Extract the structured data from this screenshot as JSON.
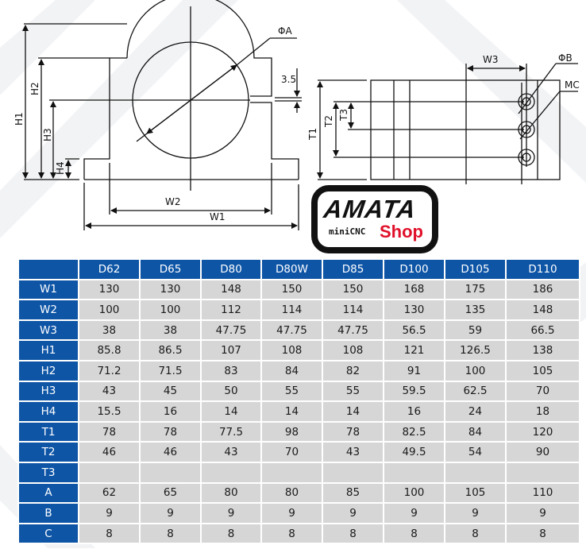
{
  "drawing": {
    "front_view_labels": {
      "phiA": "ΦA",
      "gap": "3.5",
      "H1": "H1",
      "H2": "H2",
      "H3": "H3",
      "H4": "H4",
      "W1": "W1",
      "W2": "W2"
    },
    "side_view_labels": {
      "W3": "W3",
      "phiB": "ΦB",
      "MC": "MC",
      "T1": "T1",
      "T2": "T2",
      "T3": "T3"
    }
  },
  "logo": {
    "brand": "AMATA",
    "sub": "miniCNC",
    "shop": "Shop",
    "shop_color": "#e0102a"
  },
  "colors": {
    "header_bg": "#0e55a6",
    "cell_bg": "#d6d6d6",
    "grid_line": "#ffffff"
  },
  "table": {
    "columns": [
      "",
      "D62",
      "D65",
      "D80",
      "D80W",
      "D85",
      "D100",
      "D105",
      "D110"
    ],
    "rows": [
      {
        "label": "W1",
        "values": [
          "130",
          "130",
          "148",
          "150",
          "150",
          "168",
          "175",
          "186"
        ]
      },
      {
        "label": "W2",
        "values": [
          "100",
          "100",
          "112",
          "114",
          "114",
          "130",
          "135",
          "148"
        ]
      },
      {
        "label": "W3",
        "values": [
          "38",
          "38",
          "47.75",
          "47.75",
          "47.75",
          "56.5",
          "59",
          "66.5"
        ]
      },
      {
        "label": "H1",
        "values": [
          "85.8",
          "86.5",
          "107",
          "108",
          "108",
          "121",
          "126.5",
          "138"
        ]
      },
      {
        "label": "H2",
        "values": [
          "71.2",
          "71.5",
          "83",
          "84",
          "82",
          "91",
          "100",
          "105"
        ]
      },
      {
        "label": "H3",
        "values": [
          "43",
          "45",
          "50",
          "55",
          "55",
          "59.5",
          "62.5",
          "70"
        ]
      },
      {
        "label": "H4",
        "values": [
          "15.5",
          "16",
          "14",
          "14",
          "14",
          "16",
          "24",
          "18"
        ]
      },
      {
        "label": "T1",
        "values": [
          "78",
          "78",
          "77.5",
          "98",
          "78",
          "82.5",
          "84",
          "120"
        ]
      },
      {
        "label": "T2",
        "values": [
          "46",
          "46",
          "43",
          "70",
          "43",
          "49.5",
          "54",
          "90"
        ]
      },
      {
        "label": "T3",
        "values": [
          "",
          "",
          "",
          "",
          "",
          "",
          "",
          ""
        ]
      },
      {
        "label": "A",
        "values": [
          "62",
          "65",
          "80",
          "80",
          "85",
          "100",
          "105",
          "110"
        ]
      },
      {
        "label": "B",
        "values": [
          "9",
          "9",
          "9",
          "9",
          "9",
          "9",
          "9",
          "9"
        ]
      },
      {
        "label": "C",
        "values": [
          "8",
          "8",
          "8",
          "8",
          "8",
          "8",
          "8",
          "8"
        ]
      }
    ]
  }
}
